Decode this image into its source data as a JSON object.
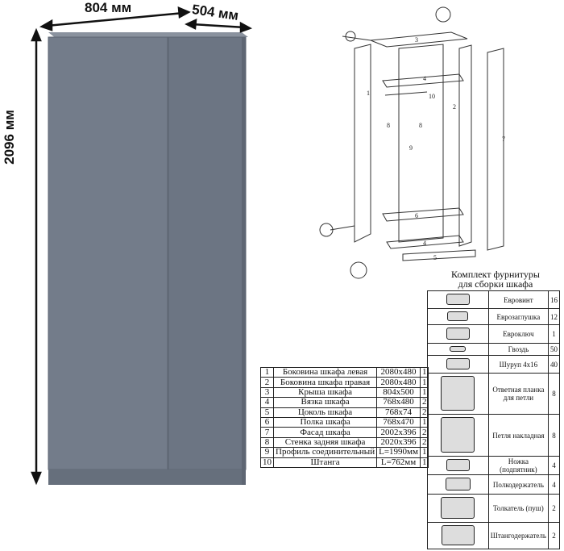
{
  "dimensions": {
    "width": "804 мм",
    "depth": "504 мм",
    "height": "2096 мм"
  },
  "colors": {
    "cabinet": "#6f7886",
    "cabinet_top": "#8a929e"
  },
  "diagram_labels": [
    "1",
    "2",
    "3",
    "4",
    "4",
    "5",
    "6",
    "7",
    "8",
    "8",
    "9",
    "10"
  ],
  "parts": [
    {
      "n": "1",
      "name": "Боковина шкафа левая",
      "size": "2080x480",
      "qty": "1"
    },
    {
      "n": "2",
      "name": "Боковина шкафа правая",
      "size": "2080x480",
      "qty": "1"
    },
    {
      "n": "3",
      "name": "Крыша шкафа",
      "size": "804x500",
      "qty": "1"
    },
    {
      "n": "4",
      "name": "Вязка шкафа",
      "size": "768x480",
      "qty": "2"
    },
    {
      "n": "5",
      "name": "Цоколь шкафа",
      "size": "768x74",
      "qty": "2"
    },
    {
      "n": "6",
      "name": "Полка шкафа",
      "size": "768x470",
      "qty": "1"
    },
    {
      "n": "7",
      "name": "Фасад шкафа",
      "size": "2002x396",
      "qty": "2"
    },
    {
      "n": "8",
      "name": "Стенка задняя шкафа",
      "size": "2020x396",
      "qty": "2"
    },
    {
      "n": "9",
      "name": "Профиль соединительный",
      "size": "L=1990мм",
      "qty": "1"
    },
    {
      "n": "10",
      "name": "Штанга",
      "size": "L=762мм",
      "qty": "1"
    }
  ],
  "hardware_title": [
    "Комплект фурнитуры",
    "для сборки шкафа"
  ],
  "hardware": [
    {
      "icon": "euro-screw-icon",
      "name": "Евровинт",
      "qty": "16"
    },
    {
      "icon": "euro-cap-icon",
      "name": "Еврозаглушка",
      "qty": "12"
    },
    {
      "icon": "hex-key-icon",
      "name": "Евроключ",
      "qty": "1"
    },
    {
      "icon": "nail-icon",
      "name": "Гвоздь",
      "qty": "50"
    },
    {
      "icon": "screw-icon",
      "name": "Шуруп 4х16",
      "qty": "40"
    },
    {
      "icon": "hinge-plate-icon",
      "name": "Ответная планка для петли",
      "qty": "8"
    },
    {
      "icon": "hinge-icon",
      "name": "Петля накладная",
      "qty": "8"
    },
    {
      "icon": "foot-icon",
      "name": "Ножка (подпятник)",
      "qty": "4"
    },
    {
      "icon": "shelf-pin-icon",
      "name": "Полкодержатель",
      "qty": "4"
    },
    {
      "icon": "push-latch-icon",
      "name": "Толкатель (пуш)",
      "qty": "2"
    },
    {
      "icon": "rail-holder-icon",
      "name": "Штангодержатель",
      "qty": "2"
    }
  ]
}
